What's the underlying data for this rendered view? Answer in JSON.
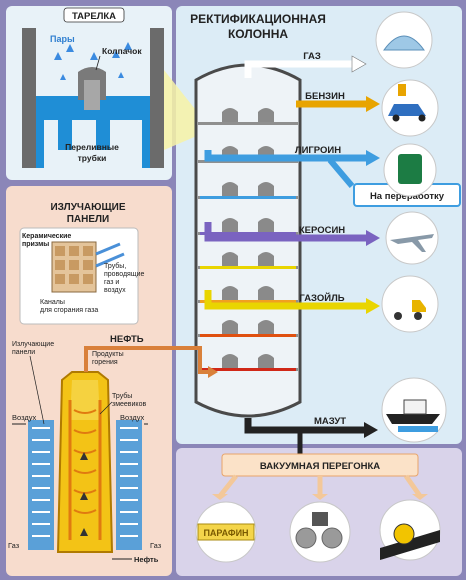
{
  "title": {
    "line1": "РЕКТИФИКАЦИОННАЯ",
    "line2": "КОЛОННА"
  },
  "tray_inset": {
    "title": "ТАРЕЛКА",
    "vapors": "Пары",
    "cap": "Колпачок",
    "overflow_line1": "Переливные",
    "overflow_line2": "трубки"
  },
  "panels_inset": {
    "title_line1": "ИЗЛУЧАЮЩИЕ",
    "title_line2": "ПАНЕЛИ",
    "ceramic_line1": "Керамические",
    "ceramic_line2": "призмы",
    "pipes_line1": "Трубы,",
    "pipes_line2": "проводящие",
    "pipes_line3": "газ и",
    "pipes_line4": "воздух",
    "channels_line1": "Каналы",
    "channels_line2": "для сгорания газа"
  },
  "furnace": {
    "panels_line1": "Излучающие",
    "panels_line2": "панели",
    "products_line1": "Продукты",
    "products_line2": "горения",
    "coil_line1": "Трубы",
    "coil_line2": "змеевиков",
    "air_left": "Воздух",
    "air_right": "Воздух",
    "gas_left": "Газ",
    "gas_right": "Газ",
    "oil_out": "Нефть"
  },
  "oil_label": "НЕФТЬ",
  "products": [
    {
      "label": "ГАЗ",
      "color": "#ffffff"
    },
    {
      "label": "БЕНЗИН",
      "color": "#e8a400"
    },
    {
      "label": "ЛИГРОИН",
      "color": "#3e9de0"
    },
    {
      "label": "КЕРОСИН",
      "color": "#7a63c0"
    },
    {
      "label": "ГАЗОЙЛЬ",
      "color": "#e9d500"
    },
    {
      "label": "МАЗУТ",
      "color": "#222222"
    }
  ],
  "processing_label": "На переработку",
  "vacuum_label": "ВАКУУМНАЯ ПЕРЕГОНКА",
  "paraffin_label": "ПАРАФИН"
}
